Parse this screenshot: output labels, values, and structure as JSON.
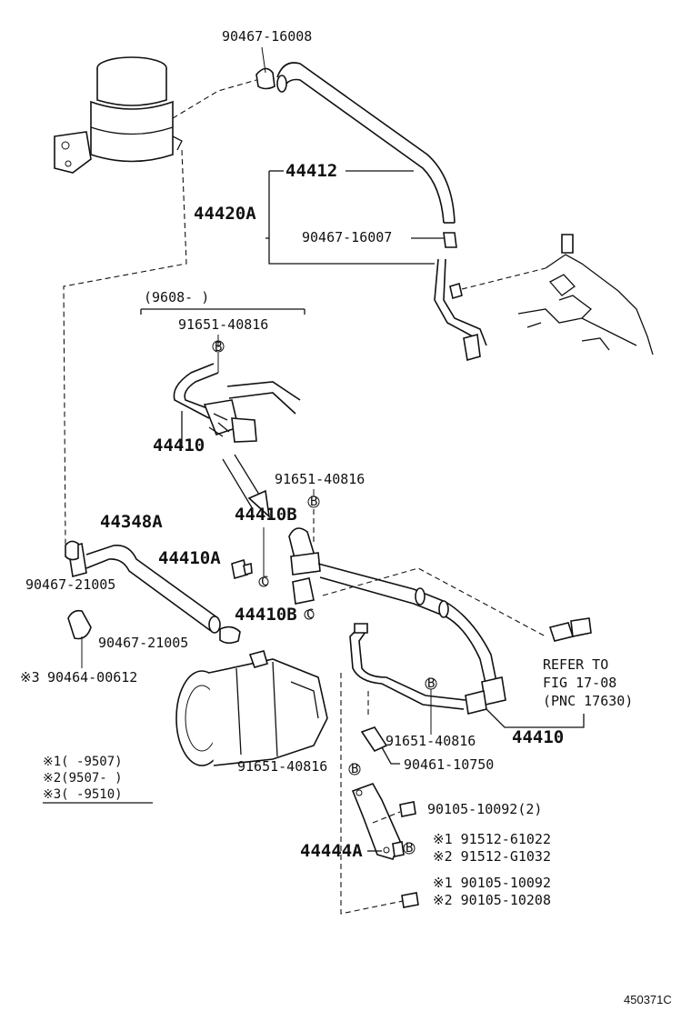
{
  "labels": {
    "p90467_16008": "90467-16008",
    "p44412": "44412",
    "p44420A": "44420A",
    "p90467_16007": "90467-16007",
    "range_9608": "(9608-        )",
    "p91651_40816_a": "91651-40816",
    "p44410_a": "44410",
    "p91651_40816_b": "91651-40816",
    "p44410B_a": "44410B",
    "p44348A": "44348A",
    "p44410A": "44410A",
    "p90467_21005_a": "90467-21005",
    "p44410B_b": "44410B",
    "p90467_21005_b": "90467-21005",
    "p90464_00612": "90464-00612",
    "mark3_prefix": "※3",
    "refer_line1": "REFER TO",
    "refer_line2": "FIG 17-08",
    "refer_line3": "(PNC 17630)",
    "p91651_40816_c": "91651-40816",
    "p44410_b": "44410",
    "p91651_40816_d": "91651-40816",
    "p90461_10750": "90461-10750",
    "p90105_10092_2": "90105-10092(2)",
    "p44444A": "44444A",
    "p91512_61022": "※1 91512-61022",
    "p91512_G1032": "※2 91512-G1032",
    "p90105_10092": "※1 90105-10092",
    "p90105_10208": "※2 90105-10208",
    "note1": "※1(      -9507)",
    "note2": "※2(9507-       )",
    "note3": "※3(      -9510)",
    "figure_id": "450371C",
    "circle_b": "B",
    "circle_c": "C"
  }
}
